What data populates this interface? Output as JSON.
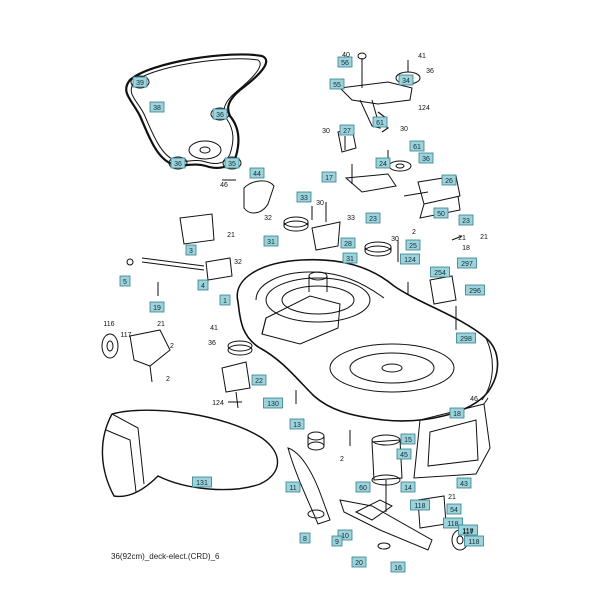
{
  "caption": "36(92cm)_deck-elect.(CRD)_6",
  "colors": {
    "callout_fill": "#9fd3dc",
    "callout_stroke": "#2f7f8c",
    "line": "#111111"
  },
  "callouts": [
    {
      "id": "c-39",
      "label": "39"
    },
    {
      "id": "c-38",
      "label": "38"
    },
    {
      "id": "c-36a",
      "label": "36"
    },
    {
      "id": "c-36b",
      "label": "36"
    },
    {
      "id": "c-35",
      "label": "35"
    },
    {
      "id": "c-56",
      "label": "56"
    },
    {
      "id": "c-34",
      "label": "34"
    },
    {
      "id": "c-55",
      "label": "55"
    },
    {
      "id": "c-61a",
      "label": "61"
    },
    {
      "id": "c-27",
      "label": "27"
    },
    {
      "id": "c-61b",
      "label": "61"
    },
    {
      "id": "c-36c",
      "label": "36"
    },
    {
      "id": "c-44",
      "label": "44"
    },
    {
      "id": "c-17",
      "label": "17"
    },
    {
      "id": "c-24",
      "label": "24"
    },
    {
      "id": "c-26",
      "label": "26"
    },
    {
      "id": "c-33",
      "label": "33"
    },
    {
      "id": "c-31a",
      "label": "31"
    },
    {
      "id": "c-23a",
      "label": "23"
    },
    {
      "id": "c-50",
      "label": "50"
    },
    {
      "id": "c-23b",
      "label": "23"
    },
    {
      "id": "c-3",
      "label": "3"
    },
    {
      "id": "c-31b",
      "label": "31"
    },
    {
      "id": "c-28",
      "label": "28"
    },
    {
      "id": "c-25",
      "label": "25"
    },
    {
      "id": "c-5",
      "label": "5"
    },
    {
      "id": "c-4",
      "label": "4"
    },
    {
      "id": "c-124a",
      "label": "124"
    },
    {
      "id": "c-254",
      "label": "254"
    },
    {
      "id": "c-297",
      "label": "297"
    },
    {
      "id": "c-19",
      "label": "19"
    },
    {
      "id": "c-1",
      "label": "1"
    },
    {
      "id": "c-296",
      "label": "296"
    },
    {
      "id": "c-298",
      "label": "298"
    },
    {
      "id": "c-22",
      "label": "22"
    },
    {
      "id": "c-130",
      "label": "130"
    },
    {
      "id": "c-18",
      "label": "18"
    },
    {
      "id": "c-13",
      "label": "13"
    },
    {
      "id": "c-15",
      "label": "15"
    },
    {
      "id": "c-45a",
      "label": "45"
    },
    {
      "id": "c-131",
      "label": "131"
    },
    {
      "id": "c-11",
      "label": "11"
    },
    {
      "id": "c-14",
      "label": "14"
    },
    {
      "id": "c-43",
      "label": "43"
    },
    {
      "id": "c-60",
      "label": "60"
    },
    {
      "id": "c-118a",
      "label": "118"
    },
    {
      "id": "c-54",
      "label": "54"
    },
    {
      "id": "c-118b",
      "label": "118"
    },
    {
      "id": "c-8",
      "label": "8"
    },
    {
      "id": "c-10",
      "label": "10"
    },
    {
      "id": "c-9",
      "label": "9"
    },
    {
      "id": "c-20",
      "label": "20"
    },
    {
      "id": "c-16",
      "label": "16"
    },
    {
      "id": "c-118c",
      "label": "118"
    },
    {
      "id": "c-118d",
      "label": "118"
    }
  ],
  "plain_labels": [
    {
      "id": "p-40",
      "label": "40"
    },
    {
      "id": "p-41a",
      "label": "41"
    },
    {
      "id": "p-36",
      "label": "36"
    },
    {
      "id": "p-124",
      "label": "124"
    },
    {
      "id": "p-30a",
      "label": "30"
    },
    {
      "id": "p-30b",
      "label": "30"
    },
    {
      "id": "p-46a",
      "label": "46"
    },
    {
      "id": "p-32a",
      "label": "32"
    },
    {
      "id": "p-30c",
      "label": "30"
    },
    {
      "id": "p-33",
      "label": "33"
    },
    {
      "id": "p-30d",
      "label": "30"
    },
    {
      "id": "p-21a",
      "label": "21"
    },
    {
      "id": "p-21b",
      "label": "21"
    },
    {
      "id": "p-32b",
      "label": "32"
    },
    {
      "id": "p-21c",
      "label": "21"
    },
    {
      "id": "p-18a",
      "label": "18"
    },
    {
      "id": "p-2a",
      "label": "2"
    },
    {
      "id": "p-41b",
      "label": "41"
    },
    {
      "id": "p-36b",
      "label": "36"
    },
    {
      "id": "p-116",
      "label": "116"
    },
    {
      "id": "p-117a",
      "label": "117"
    },
    {
      "id": "p-21d",
      "label": "21"
    },
    {
      "id": "p-2b",
      "label": "2"
    },
    {
      "id": "p-2c",
      "label": "2"
    },
    {
      "id": "p-124b",
      "label": "124"
    },
    {
      "id": "p-46b",
      "label": "46"
    },
    {
      "id": "p-2d",
      "label": "2"
    },
    {
      "id": "p-21e",
      "label": "21"
    },
    {
      "id": "p-117b",
      "label": "117"
    }
  ]
}
